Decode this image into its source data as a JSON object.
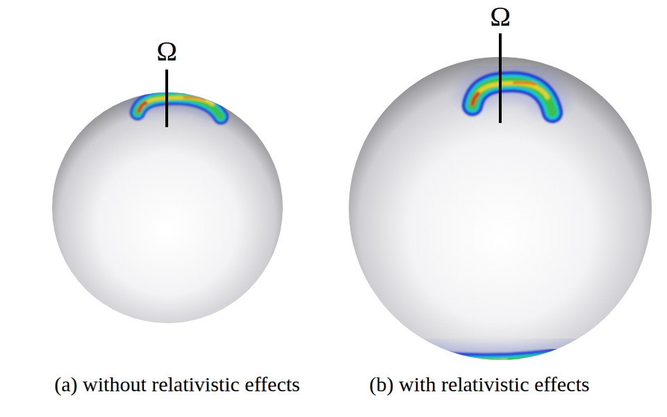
{
  "diagram": {
    "labels": [
      "Ω",
      "Ω",
      "(a) without relativistic effects",
      "(b) with relativistic effects"
    ]
  }
}
